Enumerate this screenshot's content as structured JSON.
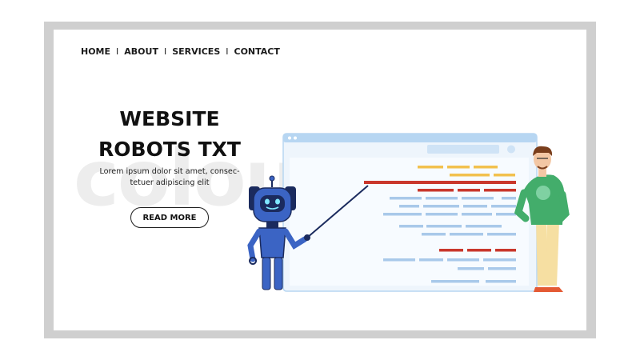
{
  "nav": {
    "items": [
      "HOME",
      "ABOUT",
      "SERVICES",
      "CONTACT"
    ],
    "separator": "I"
  },
  "hero": {
    "title_line1": "WEBSITE",
    "title_line2": "ROBOTS TXT",
    "desc_line1": "Lorem ipsum dolor sit amet, consec-",
    "desc_line2": "tetuer adipiscing elit",
    "button_label": "READ MORE"
  },
  "watermark": "colourbox",
  "colors": {
    "frame": "#cfcfcf",
    "robot_blue": "#3b64c4",
    "code_red": "#c9372c",
    "code_yellow": "#f2c14e",
    "code_blue": "#a9c9ea",
    "shirt_green": "#43ad6b",
    "browser_bar": "#b7d6f2"
  }
}
